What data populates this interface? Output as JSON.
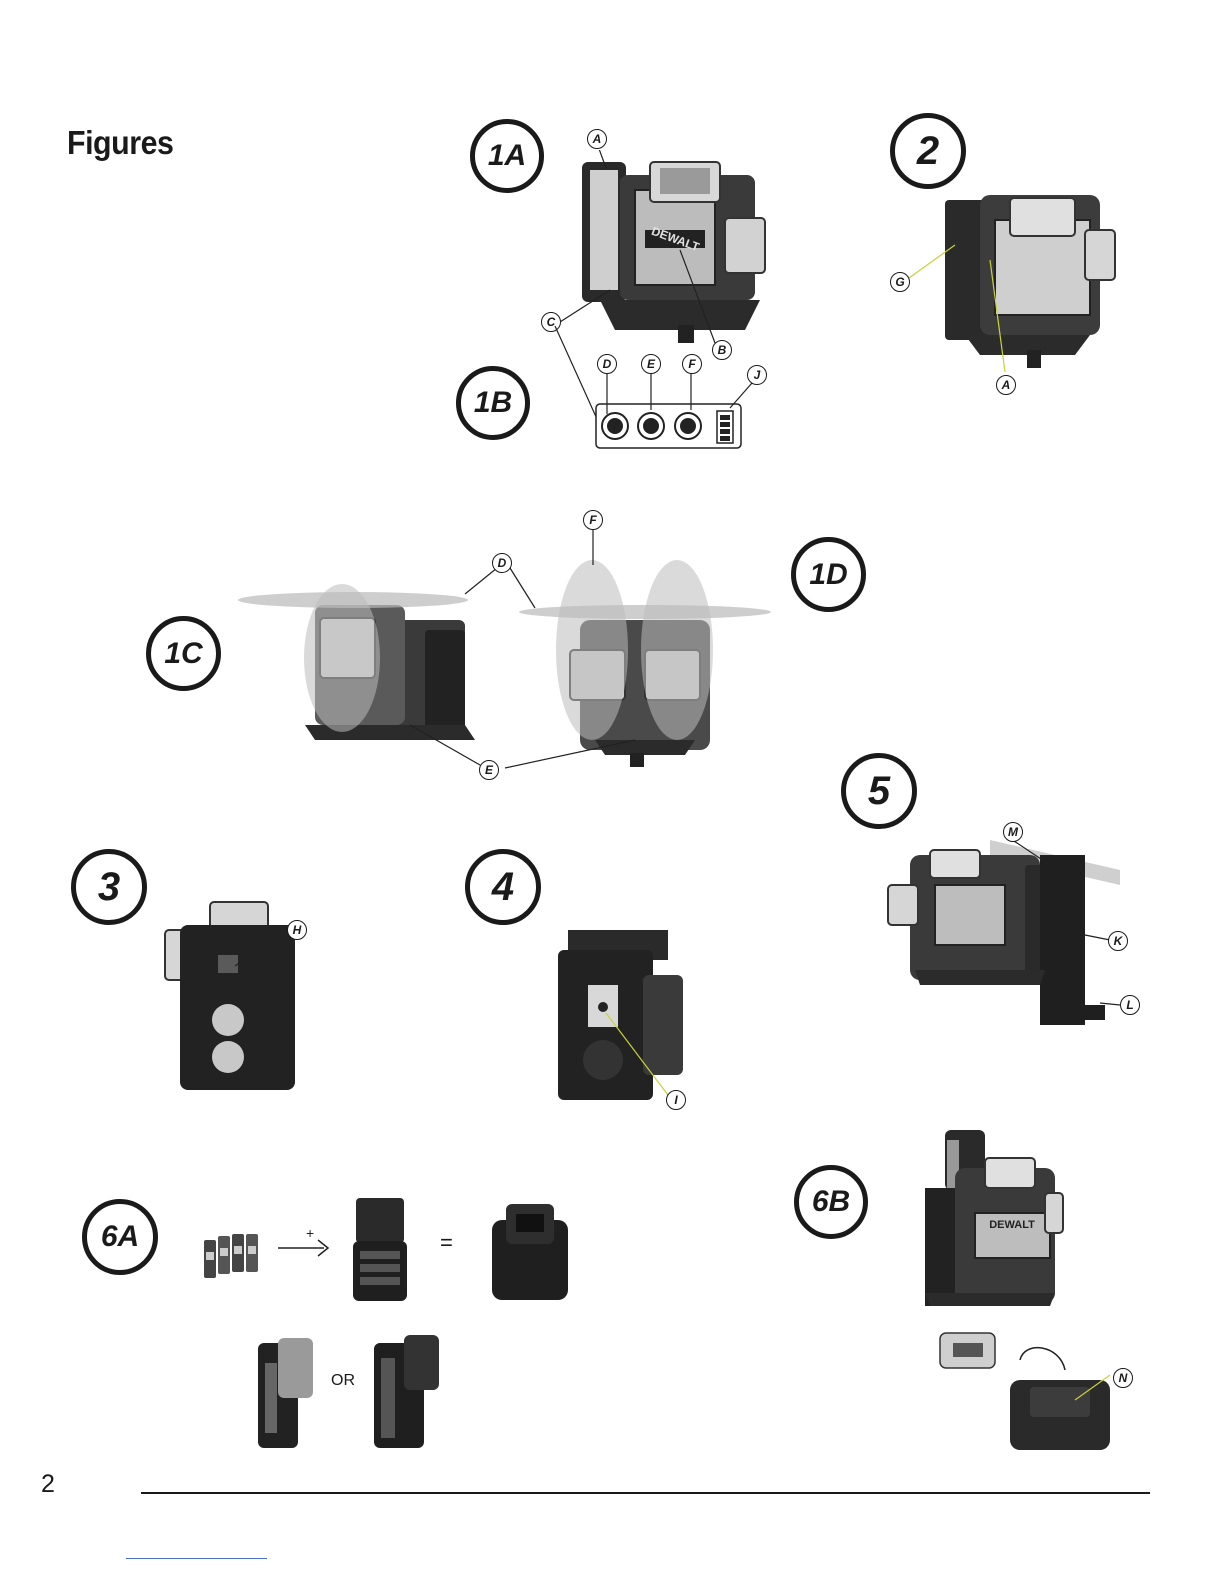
{
  "page": {
    "title": "Figures",
    "page_number": "2"
  },
  "figures": {
    "f1a": "1A",
    "f1b": "1B",
    "f1c": "1C",
    "f1d": "1D",
    "f2": "2",
    "f3": "3",
    "f4": "4",
    "f5": "5",
    "f6a": "6A",
    "f6b": "6B"
  },
  "callouts": {
    "a1": "A",
    "b": "B",
    "c": "C",
    "d1": "D",
    "e1": "E",
    "f1": "F",
    "j": "J",
    "g": "G",
    "a2": "A",
    "f2": "F",
    "d2": "D",
    "e2": "E",
    "h": "H",
    "i": "I",
    "m": "M",
    "k": "K",
    "l": "L",
    "n": "N"
  },
  "labels": {
    "or": "OR",
    "equals": "="
  },
  "icons": [
    "laser-level-icon",
    "battery-indicator-icon",
    "laser-plane-icon",
    "charger-icon",
    "battery-pack-icon",
    "aa-battery-icon",
    "arrow-right-icon"
  ]
}
